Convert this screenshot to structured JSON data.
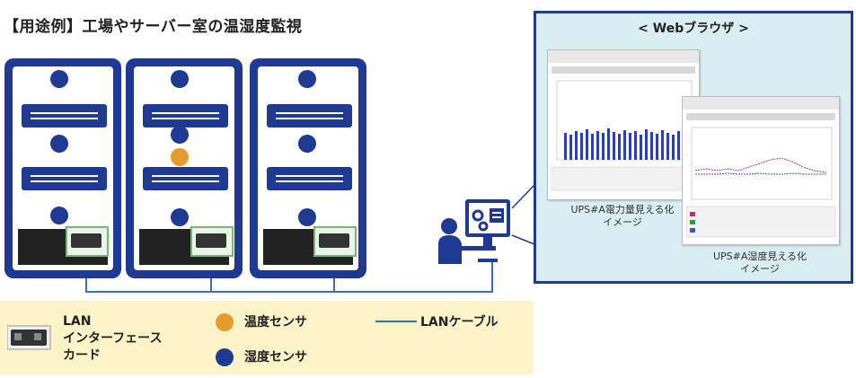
{
  "title": "【用途例】工場やサーバー室の温湿度監視",
  "browser": {
    "title": "< Webブラウザ >",
    "caption1": "UPS#A電力量見える化",
    "caption1b": "イメージ",
    "caption2": "UPS#A湿度見える化",
    "caption2b": "イメージ"
  },
  "legend": {
    "card_label_1": "LAN",
    "card_label_2": "インターフェース",
    "card_label_3": "カード",
    "temp_sensor": "温度センサ",
    "hum_sensor": "湿度センサ",
    "lan_cable": "LANケーブル"
  },
  "colors": {
    "rack": "#1f3a93",
    "temp": "#e69b2a",
    "humidity": "#1f3a93",
    "cable": "#3b6fb6",
    "legend_bg": "#fdf3c8",
    "browser_bg": "#d9eef3"
  }
}
